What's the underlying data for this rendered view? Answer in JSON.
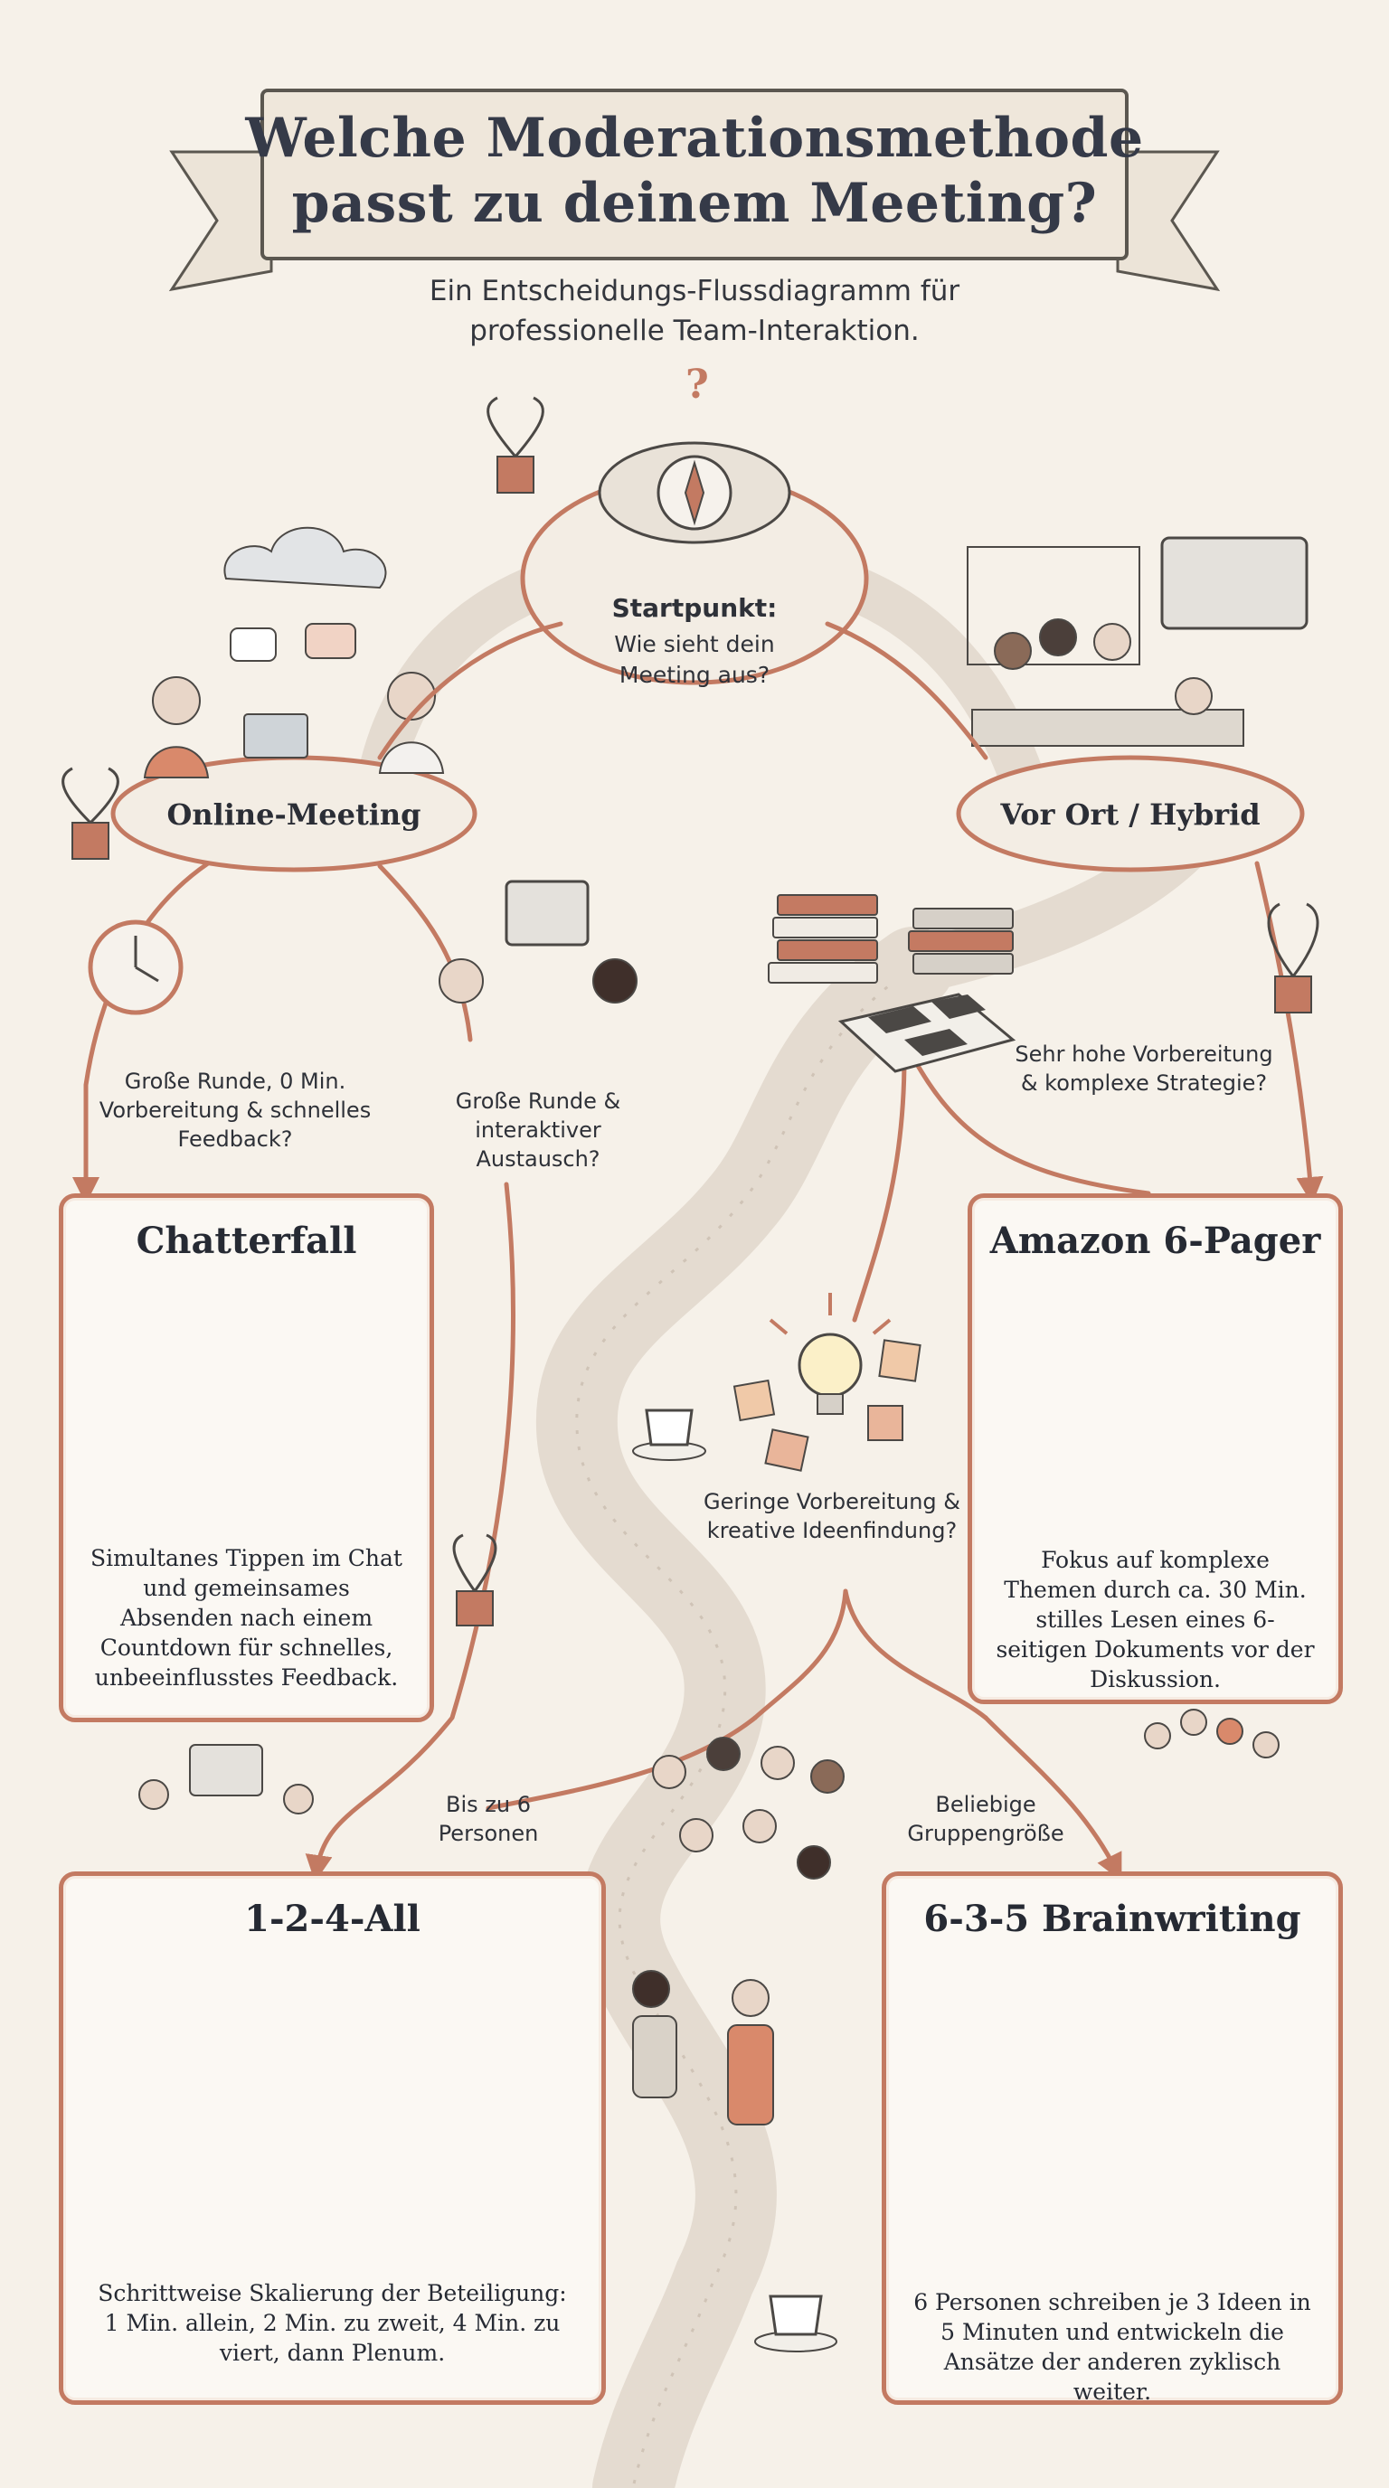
{
  "header": {
    "title_line1": "Welche Moderationsmethode",
    "title_line2": "passt zu deinem Meeting?",
    "subtitle": "Ein Entscheidungs-Flussdiagramm für professionelle Team-Interaktion."
  },
  "start": {
    "title": "Startpunkt:",
    "question": "Wie sieht dein Meeting aus?"
  },
  "branches": {
    "online": "Online-Meeting",
    "onsite": "Vor Ort / Hybrid"
  },
  "questions": {
    "q_chatterfall": "Große Runde, 0 Min. Vorbereitung & schnelles Feedback?",
    "q_interactive": "Große Runde & interaktiver Austausch?",
    "q_amazon": "Sehr hohe Vorbereitung & komplexe Strategie?",
    "q_creative": "Geringe Vorbereitung & kreative Ideenfindung?",
    "q_up_to_6": "Bis zu 6 Personen",
    "q_any_size": "Beliebige Gruppengröße"
  },
  "methods": {
    "chatterfall": {
      "title": "Chatterfall",
      "desc": "Simultanes Tippen im Chat und gemeinsames Absenden nach einem Countdown für schnelles, unbeeinflusstes Feedback."
    },
    "amazon": {
      "title": "Amazon 6-Pager",
      "desc": "Fokus auf komplexe Themen durch ca. 30 Min. stilles Lesen eines 6-seitigen Dokuments vor der Diskussion."
    },
    "one_two_four": {
      "title": "1-2-4-All",
      "desc": "Schrittweise Skalierung der Beteiligung: 1 Min. allein, 2 Min. zu zweit, 4 Min. zu viert, dann Plenum."
    },
    "brainwriting": {
      "title": "6-3-5 Brainwriting",
      "desc": "6 Personen schreiben je 3 Ideen in 5 Minuten und entwickeln die Ansätze der anderen zyklisch weiter."
    }
  },
  "colors": {
    "accent": "#c37a62",
    "path": "#e6ddd3",
    "ink": "#2f3440",
    "background": "#f6f1e9"
  },
  "icons": [
    "compass-icon",
    "cloud-icon",
    "chat-bubble-icon",
    "typewriter-icon",
    "clock-icon",
    "lightbulb-icon",
    "book-stack-icon",
    "chessboard-icon",
    "coffee-cup-icon",
    "plant-icon",
    "video-call-icon",
    "arrow-icon"
  ]
}
